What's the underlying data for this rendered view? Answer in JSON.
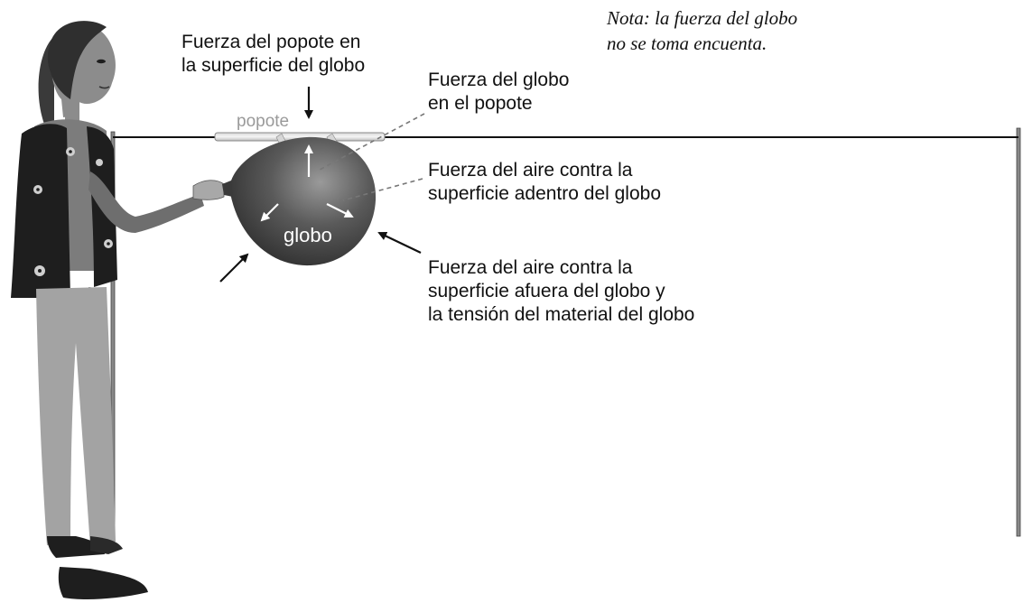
{
  "note": {
    "line1": "Nota: la fuerza del globo",
    "line2": "no se toma encuenta."
  },
  "labels": {
    "straw_on_balloon": [
      "Fuerza del popote en",
      "la superficie del globo"
    ],
    "balloon_on_straw": [
      "Fuerza del globo",
      "en el popote"
    ],
    "air_inside": [
      "Fuerza del aire contra la",
      "superficie adentro del globo"
    ],
    "air_outside": [
      "Fuerza del aire contra la",
      "superficie afuera del globo y",
      "la tensión del material del globo"
    ],
    "straw": "popote",
    "balloon": "globo"
  },
  "colors": {
    "line": "#111111",
    "straw_text": "#9a9a9a",
    "balloon_dark": "#3a3a3a",
    "balloon_light": "#8a8a8a",
    "girl_skin": "#8c8c8c",
    "girl_vest": "#1e1e1e",
    "girl_pants": "#a3a3a3"
  }
}
